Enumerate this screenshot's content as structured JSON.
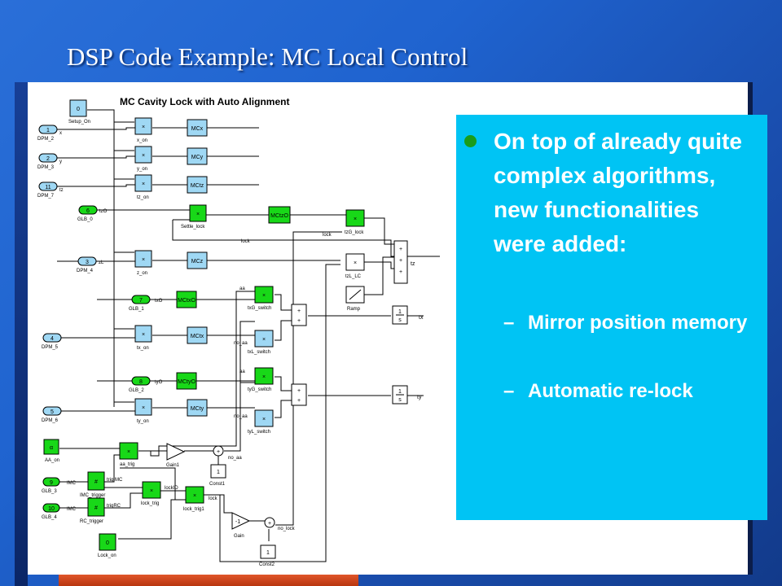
{
  "slide": {
    "title": "DSP Code Example: MC Local Control"
  },
  "diagram": {
    "title": "MC Cavity Lock with Auto Alignment",
    "inports": [
      {
        "num": "1",
        "name": "DPM_2",
        "sig": "x"
      },
      {
        "num": "2",
        "name": "DPM_3",
        "sig": "y"
      },
      {
        "num": "11",
        "name": "DPM_7",
        "sig": "tz"
      },
      {
        "num": "6",
        "name": "GLB_0",
        "sig": "tzO"
      },
      {
        "num": "3",
        "name": "DPM_4",
        "sig": "zL"
      },
      {
        "num": "7",
        "name": "GLB_1",
        "sig": "txO"
      },
      {
        "num": "4",
        "name": "DPM_5",
        "sig": ""
      },
      {
        "num": "8",
        "name": "GLB_2",
        "sig": "tyO"
      },
      {
        "num": "5",
        "name": "DPM_6",
        "sig": ""
      },
      {
        "num": "9",
        "name": "GLB_3",
        "sig": "IMC"
      },
      {
        "num": "10",
        "name": "GLB_4",
        "sig": "IMC"
      }
    ],
    "constants": [
      {
        "value": "0",
        "name": "Setup_On"
      },
      {
        "value": "α",
        "name": "AA_on"
      },
      {
        "value": "0",
        "name": "Lock_on"
      },
      {
        "value": "1",
        "name": "Const1"
      },
      {
        "value": "1",
        "name": "Const2"
      }
    ],
    "products": [
      {
        "name": "x_on"
      },
      {
        "name": "y_on"
      },
      {
        "name": "tz_on"
      },
      {
        "name": "z_on"
      },
      {
        "name": "tx_on"
      },
      {
        "name": "ty_on"
      },
      {
        "name": "Settle_lock"
      },
      {
        "name": "aa_trig"
      },
      {
        "name": "lock_trig"
      },
      {
        "name": "lock_trig1"
      },
      {
        "name": "tzG_lock"
      },
      {
        "name": "tzL_LC"
      }
    ],
    "controllers": [
      {
        "label": "MCx"
      },
      {
        "label": "MCy"
      },
      {
        "label": "MCtz"
      },
      {
        "label": "MCtzO"
      },
      {
        "label": "MCz"
      },
      {
        "label": "MCtxO"
      },
      {
        "label": "MCtx"
      },
      {
        "label": "MCtyO"
      },
      {
        "label": "MCty"
      }
    ],
    "switches": [
      {
        "name": "txG_switch"
      },
      {
        "name": "txL_switch"
      },
      {
        "name": "tyG_switch"
      },
      {
        "name": "tyL_switch"
      }
    ],
    "triggers": [
      {
        "name": "IMC_trigger"
      },
      {
        "name": "RC_trigger"
      }
    ],
    "gains": [
      {
        "value": "",
        "name": "Gain1"
      },
      {
        "value": "-1",
        "name": "Gain"
      }
    ],
    "misc": {
      "ramp": "Ramp",
      "tf_num": "1",
      "tf_den": "s",
      "out_tz": "tz",
      "out_tx": "tx",
      "out_ty": "ty",
      "sig_aa": "aa",
      "sig_no_aa": "no_aa",
      "sig_lock": "lock",
      "sig_no_lock": "no_lock",
      "sig_trig_imc": "trigIMC",
      "sig_trig_rc": "trigRC",
      "sig_lockid": "lockID"
    }
  },
  "bullets": {
    "main": "On top of already quite complex algorithms, new functionalities were added:",
    "sub": [
      {
        "dash": "–",
        "text": "Mirror position memory"
      },
      {
        "dash": "–",
        "text": "Automatic re-lock"
      }
    ]
  },
  "colors": {
    "background": "#1f63cf",
    "bullet_panel": "#00c4f4",
    "bullet_dot": "#1a9c1a",
    "green_block": "#18d818",
    "blue_block": "#9fd8f4",
    "accent_bar": "#e0552a"
  }
}
